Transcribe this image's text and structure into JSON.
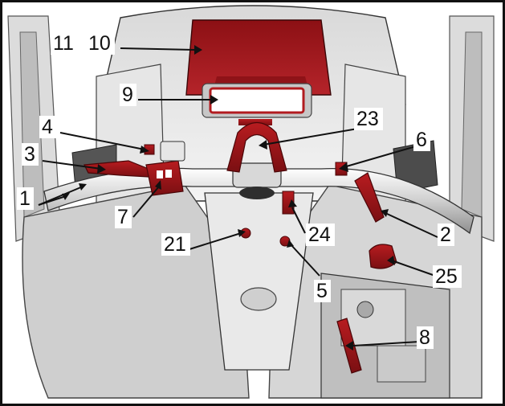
{
  "colors": {
    "highlight": "#a31518",
    "highlight_dark": "#6e0d10",
    "metal_light": "#e8e8e8",
    "metal_mid": "#c9c9c9",
    "metal_dark": "#8a8a8a",
    "line": "#111111",
    "frame": "#111111"
  },
  "callouts": [
    {
      "id": "c11",
      "text": "11"
    },
    {
      "id": "c10",
      "text": "10"
    },
    {
      "id": "c9",
      "text": "9"
    },
    {
      "id": "c4",
      "text": "4"
    },
    {
      "id": "c23",
      "text": "23"
    },
    {
      "id": "c3",
      "text": "3"
    },
    {
      "id": "c6",
      "text": "6"
    },
    {
      "id": "c1",
      "text": "1"
    },
    {
      "id": "c7",
      "text": "7"
    },
    {
      "id": "c21",
      "text": "21"
    },
    {
      "id": "c24",
      "text": "24"
    },
    {
      "id": "c2",
      "text": "2"
    },
    {
      "id": "c5",
      "text": "5"
    },
    {
      "id": "c25",
      "text": "25"
    },
    {
      "id": "c8",
      "text": "8"
    }
  ]
}
